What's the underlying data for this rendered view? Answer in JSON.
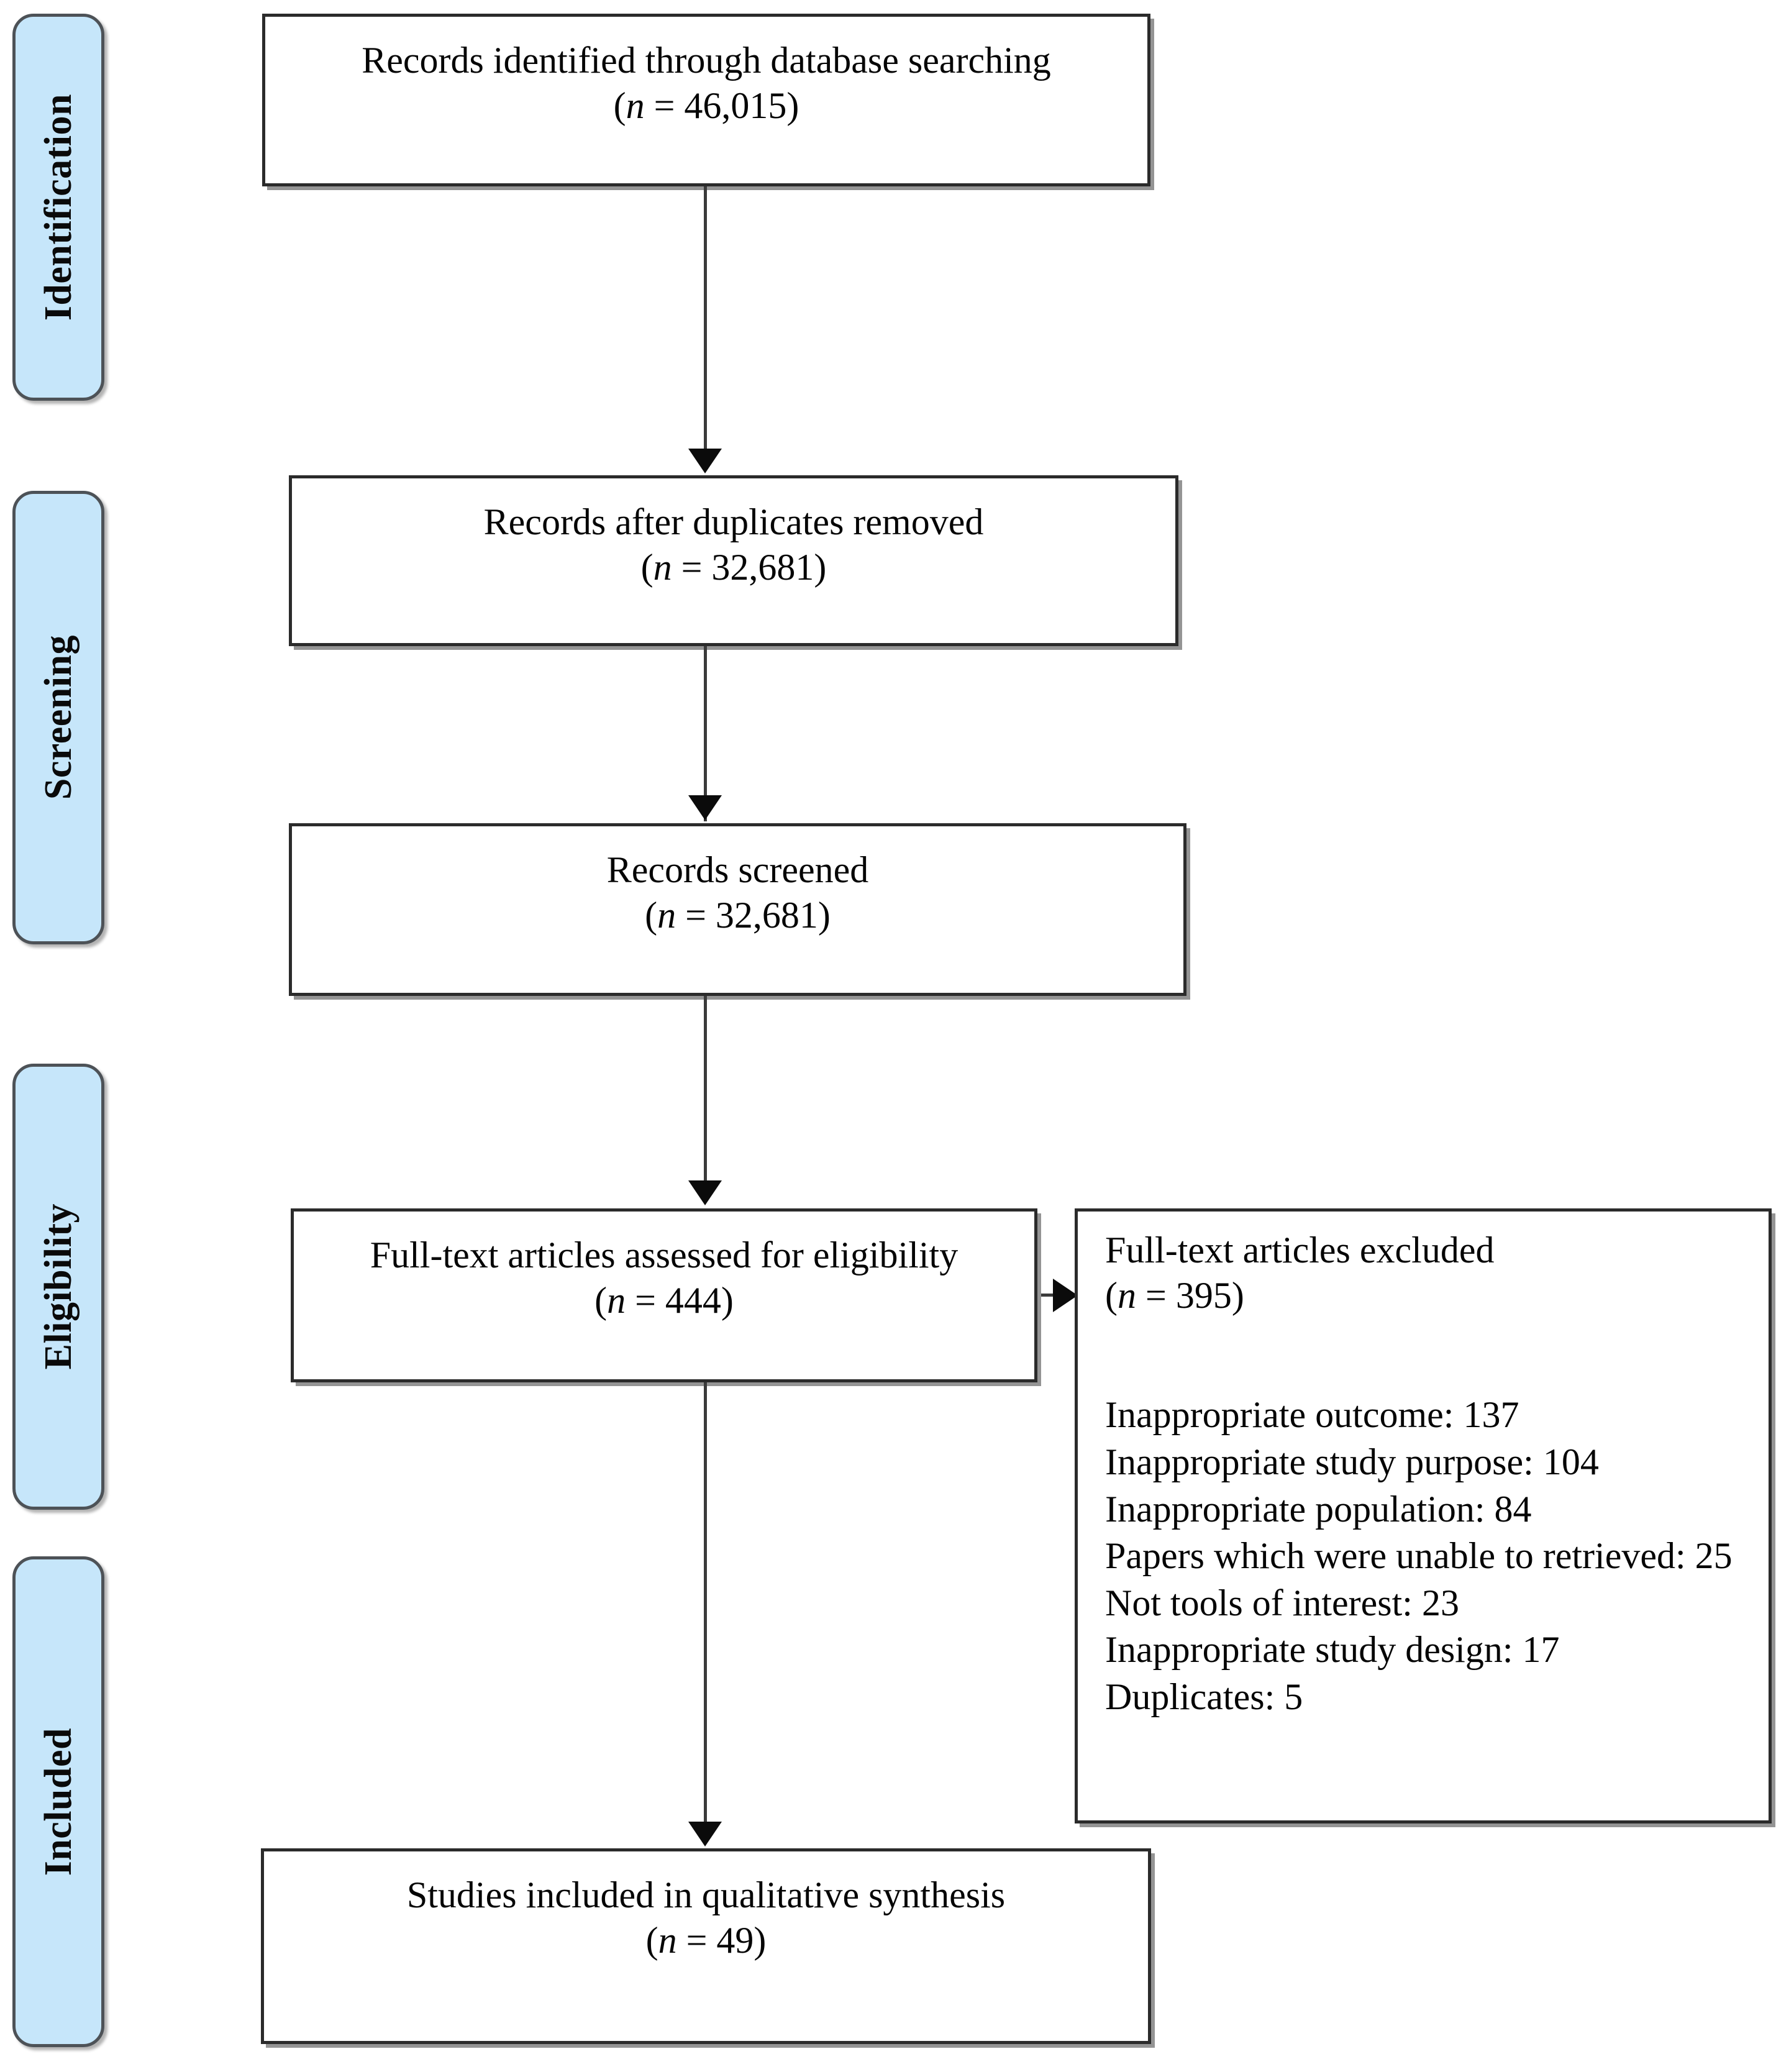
{
  "diagram": {
    "title": "PRISMA flow diagram",
    "type": "prisma-flow",
    "accent_band_fill": "#c6e6fa",
    "accent_band_border": "#4d5257",
    "box_border": "#2b2b2b",
    "connector_color": "#3a3a3a"
  },
  "stages": [
    {
      "id": "identification",
      "label": "Identification"
    },
    {
      "id": "screening",
      "label": "Screening"
    },
    {
      "id": "eligibility",
      "label": "Eligibility"
    },
    {
      "id": "included",
      "label": "Included"
    }
  ],
  "boxes": {
    "identified": {
      "line1": "Records identified through database searching",
      "n_prefix": "(",
      "n_var": "n",
      "n_eq": " = ",
      "n_value": "46,015",
      "n_suffix": ")"
    },
    "after_duplicates": {
      "line1": "Records after duplicates removed",
      "n_prefix": "(",
      "n_var": "n",
      "n_eq": " = ",
      "n_value": "32,681",
      "n_suffix": ")"
    },
    "screened": {
      "line1": "Records screened",
      "n_prefix": "(",
      "n_var": "n",
      "n_eq": " = ",
      "n_value": "32,681",
      "n_suffix": ")"
    },
    "eligibility_assessed": {
      "line1": "Full-text articles assessed for eligibility",
      "n_prefix": "(",
      "n_var": "n",
      "n_eq": " = ",
      "n_value": "444",
      "n_suffix": ")"
    },
    "excluded": {
      "line1": "Full-text articles excluded",
      "n_prefix": "(",
      "n_var": "n",
      "n_eq": " = ",
      "n_value": "395",
      "n_suffix": ")",
      "reasons": [
        "Inappropriate outcome: 137",
        "Inappropriate study purpose: 104",
        "Inappropriate population: 84",
        "Papers which were unable to retrieved: 25",
        "Not tools of interest: 23",
        "Inappropriate study design: 17",
        "Duplicates: 5"
      ]
    },
    "included_synthesis": {
      "line1": "Studies included in qualitative synthesis",
      "n_prefix": "(",
      "n_var": "n",
      "n_eq": " = ",
      "n_value": "49",
      "n_suffix": ")"
    }
  },
  "chart_data": {
    "type": "flow",
    "title": "PRISMA flow diagram",
    "nodes": [
      {
        "id": "identified",
        "stage": "Identification",
        "label": "Records identified through database searching",
        "n": 46015
      },
      {
        "id": "after_duplicates",
        "stage": "Screening",
        "label": "Records after duplicates removed",
        "n": 32681
      },
      {
        "id": "screened",
        "stage": "Screening",
        "label": "Records screened",
        "n": 32681
      },
      {
        "id": "eligibility_assessed",
        "stage": "Eligibility",
        "label": "Full-text articles assessed for eligibility",
        "n": 444
      },
      {
        "id": "excluded",
        "stage": "Eligibility",
        "label": "Full-text articles excluded",
        "n": 395
      },
      {
        "id": "included_synthesis",
        "stage": "Included",
        "label": "Studies included in qualitative synthesis",
        "n": 49
      }
    ],
    "edges": [
      {
        "from": "identified",
        "to": "after_duplicates"
      },
      {
        "from": "after_duplicates",
        "to": "screened"
      },
      {
        "from": "screened",
        "to": "eligibility_assessed"
      },
      {
        "from": "eligibility_assessed",
        "to": "excluded"
      },
      {
        "from": "eligibility_assessed",
        "to": "included_synthesis"
      }
    ],
    "exclusion_breakdown": {
      "categories": [
        "Inappropriate outcome",
        "Inappropriate study purpose",
        "Inappropriate population",
        "Papers which were unable to retrieved",
        "Not tools of interest",
        "Inappropriate study design",
        "Duplicates"
      ],
      "values": [
        137,
        104,
        84,
        25,
        23,
        17,
        5
      ],
      "total": 395
    }
  }
}
